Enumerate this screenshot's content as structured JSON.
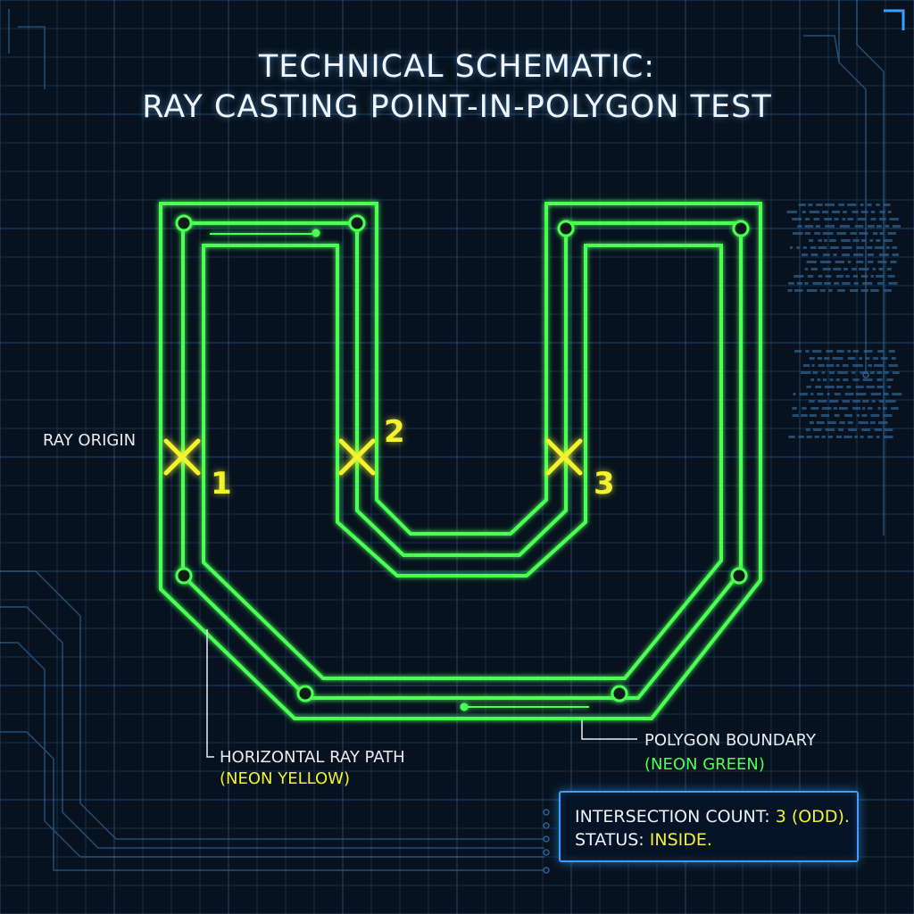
{
  "title": {
    "line1": "TECHNICAL SCHEMATIC:",
    "line2": "RAY CASTING POINT-IN-POLYGON TEST"
  },
  "labels": {
    "ray_origin": "RAY ORIGIN",
    "ray_path": "HORIZONTAL RAY PATH",
    "ray_path_color": "(NEON YELLOW)",
    "polygon": "POLYGON BOUNDARY",
    "polygon_color": "(NEON GREEN)"
  },
  "intersections": [
    "1",
    "2",
    "3"
  ],
  "status": {
    "count_label": "INTERSECTION COUNT:",
    "count_value": "3 (ODD).",
    "status_label": "STATUS:",
    "status_value": "INSIDE."
  },
  "colors": {
    "background": "#07121e",
    "grid": "#1a3a5c",
    "polygon": "#4cff55",
    "ray": "#f2f22e",
    "accent": "#3aa0ff"
  }
}
